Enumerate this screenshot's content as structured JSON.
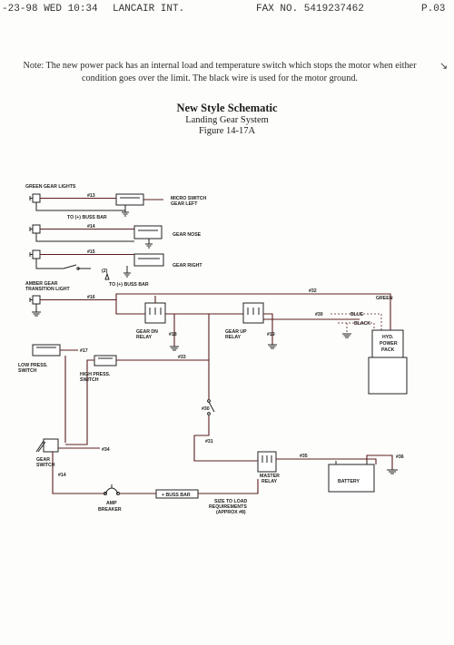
{
  "fax_header": {
    "date": "-23-98 WED 10:34",
    "company": "LANCAIR INT.",
    "fax_no": "FAX NO. 5419237462",
    "page": "P.03"
  },
  "margin_mark": "↘",
  "note": "Note: The new power pack has an internal load and temperature switch which stops the motor when either condition goes over the limit. The black wire is used for the motor ground.",
  "title": {
    "main": "New Style Schematic",
    "subtitle": "Landing Gear System",
    "figure": "Figure 14-17A"
  },
  "labels": {
    "green_gear_lights": "GREEN GEAR LIGHTS",
    "micro_switch": "MICRO SWITCH",
    "gear_left": "GEAR LEFT",
    "to_buss_bar_1": "TO (+) BUSS BAR",
    "gear_nose": "GEAR NOSE",
    "gear_right": "GEAR RIGHT",
    "to_buss_bar_2": "TO (+) BUSS BAR",
    "amber_gear": "AMBER GEAR",
    "transition_light": "TRANSITION LIGHT",
    "green": "GREEN",
    "blue": "BLUE",
    "black": "BLACK",
    "hyd_power_pack_1": "HYD.",
    "hyd_power_pack_2": "POWER",
    "hyd_power_pack_3": "PACK",
    "gear_dn_relay_1": "GEAR DN",
    "gear_dn_relay_2": "RELAY",
    "gear_up_relay_1": "GEAR UP",
    "gear_up_relay_2": "RELAY",
    "low_press_switch_1": "LOW PRESS.",
    "low_press_switch_2": "SWITCH",
    "high_press_switch_1": "HIGH PRESS.",
    "high_press_switch_2": "SWITCH",
    "gear_switch_1": "GEAR",
    "gear_switch_2": "SWITCH",
    "master_relay_1": "MASTER",
    "master_relay_2": "RELAY",
    "battery": "BATTERY",
    "amp_breaker_1": "AMP",
    "amp_breaker_2": "BREAKER",
    "buss_bar_box": "+ BUSS BAR",
    "size_to_load_1": "SIZE TO LOAD",
    "size_to_load_2": "REQUIREMENTS",
    "size_to_load_3": "(APPROX #8)"
  },
  "wire_numbers": {
    "w13": "#13",
    "w14a": "#14",
    "w15": "#15",
    "w16": "#16",
    "w18": "#18",
    "w19": "#19",
    "w20": "#20",
    "w30": "#30",
    "w31": "#31",
    "w14b": "#14",
    "w17": "#17",
    "w32": "#32",
    "w33": "#33",
    "w34": "#34",
    "w35": "#35",
    "w36": "#36",
    "w2": "(2)"
  },
  "colors": {
    "wire": "#5a1e1e",
    "ink": "#222222",
    "paper": "#fdfdfb"
  }
}
